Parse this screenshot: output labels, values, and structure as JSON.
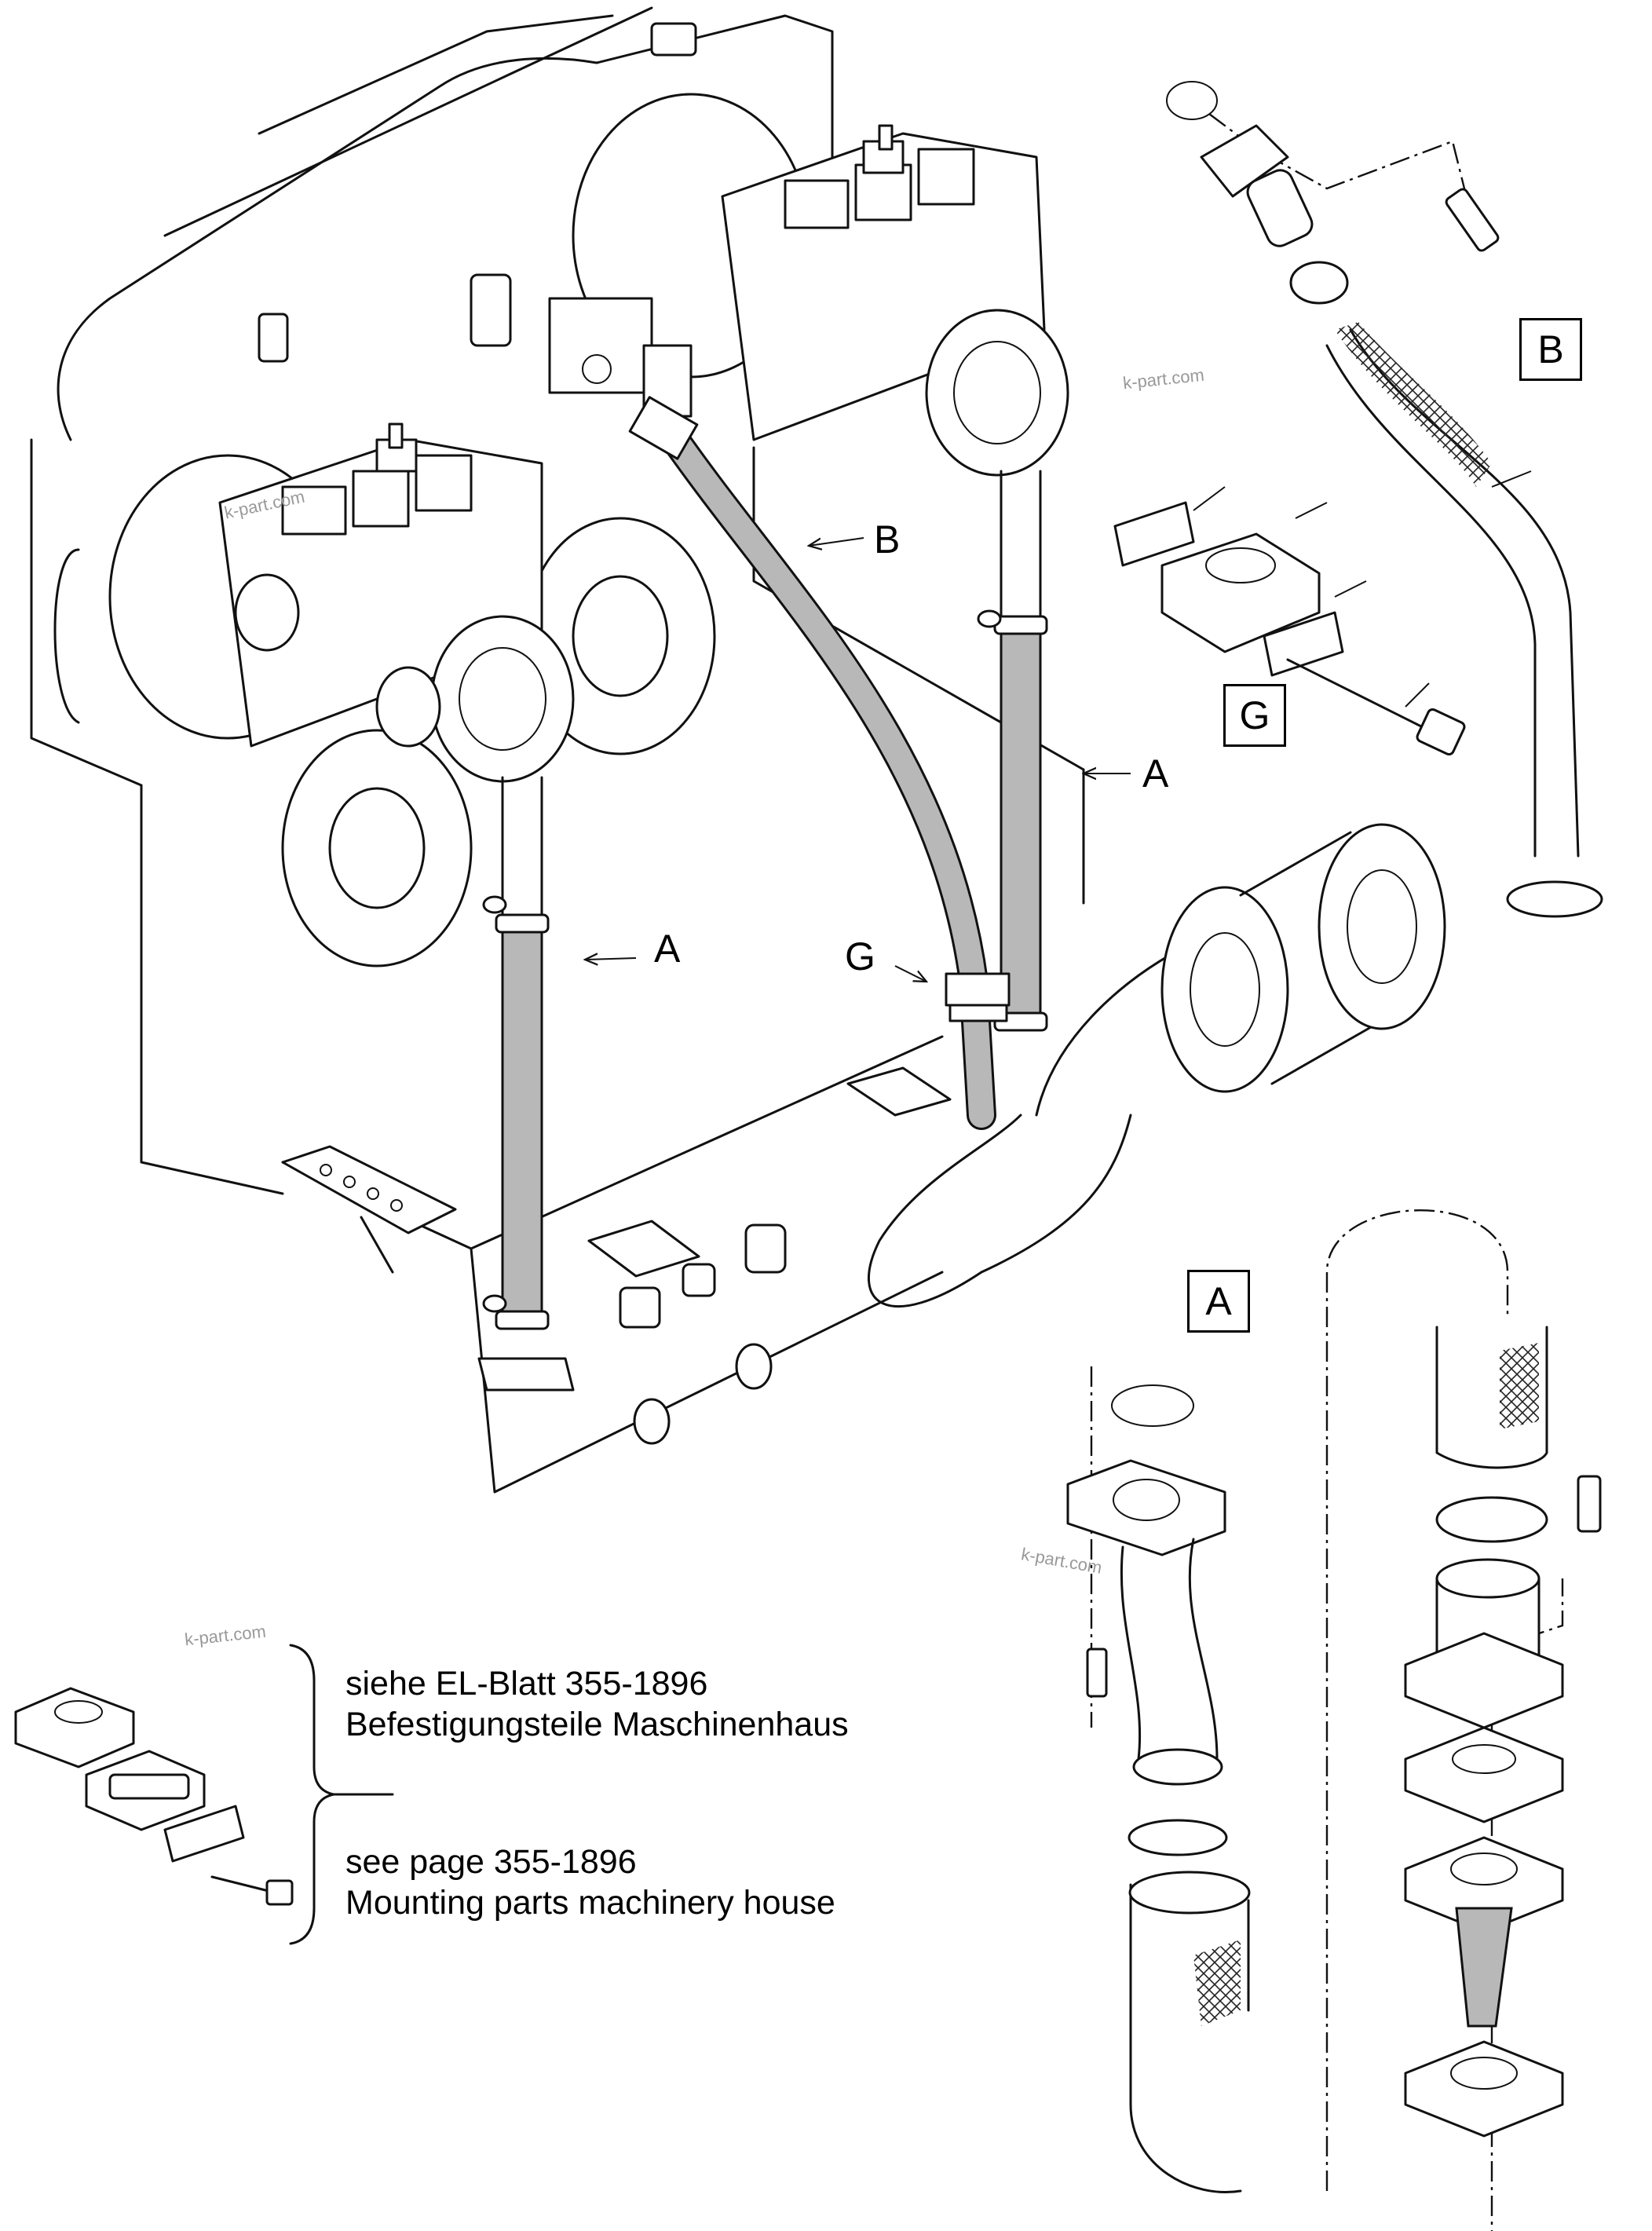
{
  "callouts": {
    "a_right": "A",
    "a_left": "A",
    "b": "B",
    "g": "G"
  },
  "detail_labels": {
    "b": "B",
    "g": "G",
    "a": "A"
  },
  "note": {
    "line1": "siehe EL-Blatt 355-1896",
    "line2": "Befestigungsteile Maschinenhaus",
    "line3": "see page 355-1896",
    "line4": "Mounting parts machinery house"
  },
  "watermarks": [
    "k-part.com",
    "k-part.com",
    "k-part.com",
    "k-part.com"
  ],
  "colors": {
    "line": "#111111",
    "hose_fill": "#b8b8b8",
    "background": "#ffffff"
  }
}
